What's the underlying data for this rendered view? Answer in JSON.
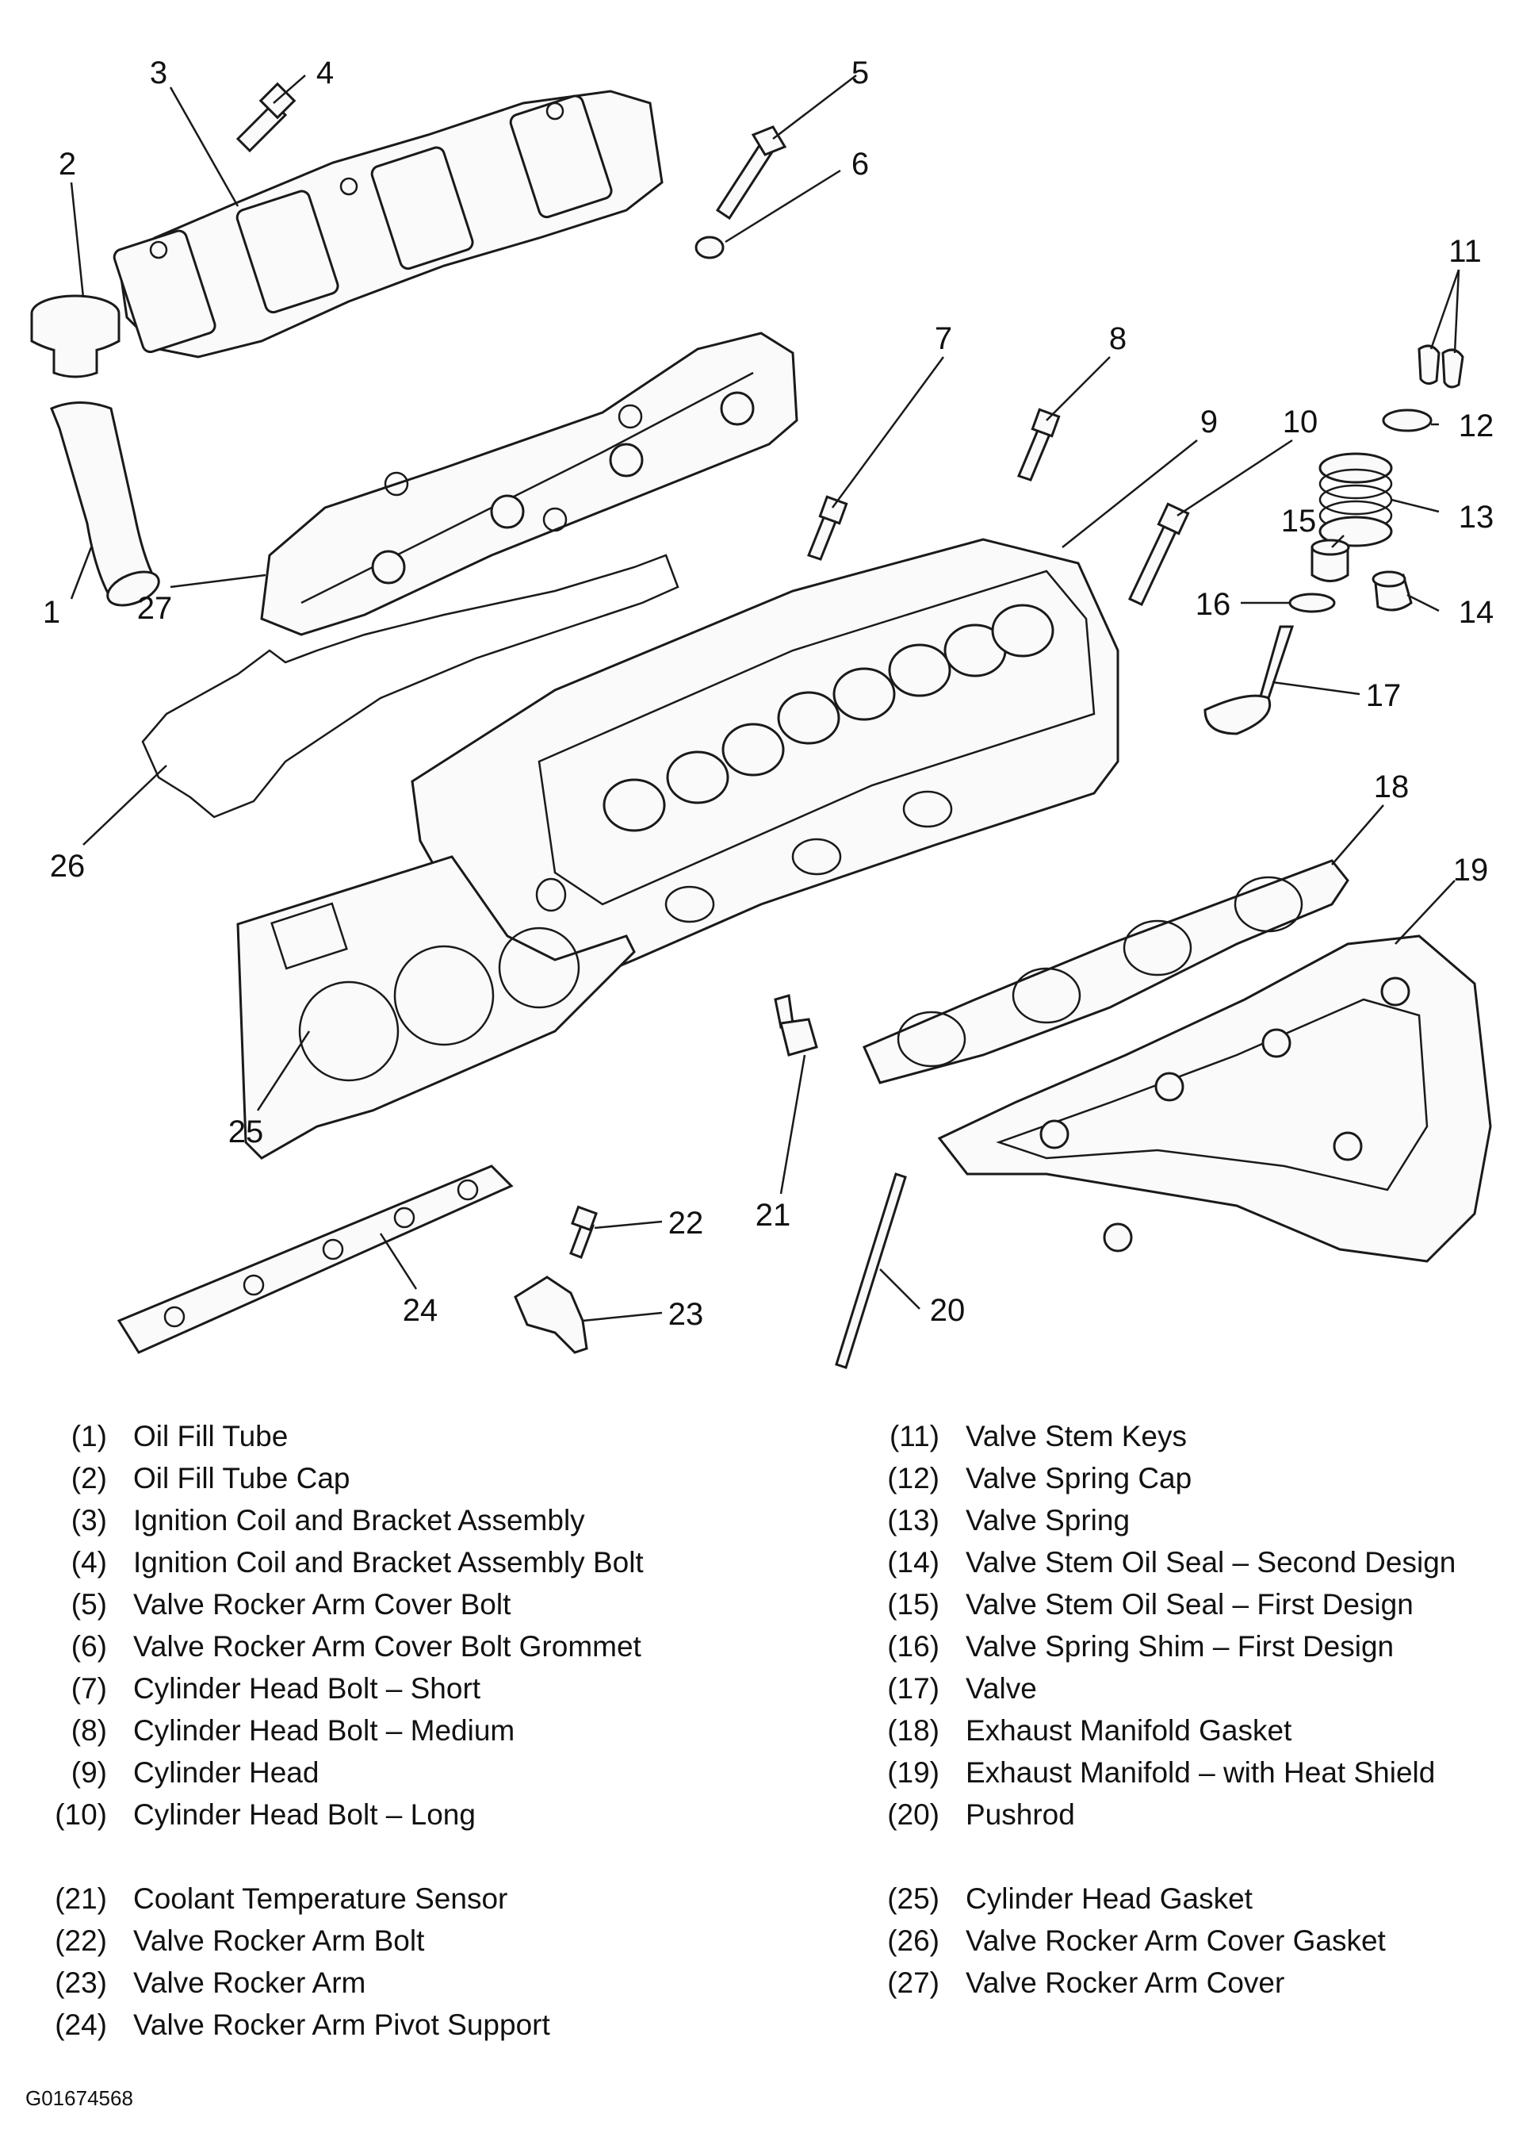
{
  "callouts": [
    "1",
    "2",
    "3",
    "4",
    "5",
    "6",
    "7",
    "8",
    "9",
    "10",
    "11",
    "12",
    "13",
    "14",
    "15",
    "16",
    "17",
    "18",
    "19",
    "20",
    "21",
    "22",
    "23",
    "24",
    "25",
    "26",
    "27"
  ],
  "legend": {
    "left_group_1": [
      {
        "num": "(1)",
        "label": "Oil Fill Tube"
      },
      {
        "num": "(2)",
        "label": "Oil Fill Tube Cap"
      },
      {
        "num": "(3)",
        "label": "Ignition Coil and Bracket Assembly"
      },
      {
        "num": "(4)",
        "label": "Ignition Coil and Bracket Assembly Bolt"
      },
      {
        "num": "(5)",
        "label": "Valve Rocker Arm Cover Bolt"
      },
      {
        "num": "(6)",
        "label": "Valve Rocker Arm Cover Bolt Grommet"
      },
      {
        "num": "(7)",
        "label": "Cylinder Head Bolt – Short"
      },
      {
        "num": "(8)",
        "label": "Cylinder Head Bolt – Medium"
      },
      {
        "num": "(9)",
        "label": "Cylinder Head"
      },
      {
        "num": "(10)",
        "label": "Cylinder Head Bolt – Long"
      }
    ],
    "left_group_2": [
      {
        "num": "(21)",
        "label": "Coolant Temperature Sensor"
      },
      {
        "num": "(22)",
        "label": "Valve Rocker Arm Bolt"
      },
      {
        "num": "(23)",
        "label": "Valve Rocker Arm"
      },
      {
        "num": "(24)",
        "label": "Valve Rocker Arm Pivot Support"
      }
    ],
    "right_group_1": [
      {
        "num": "(11)",
        "label": "Valve Stem Keys"
      },
      {
        "num": "(12)",
        "label": "Valve Spring Cap"
      },
      {
        "num": "(13)",
        "label": "Valve Spring"
      },
      {
        "num": "(14)",
        "label": "Valve Stem Oil Seal – Second Design"
      },
      {
        "num": "(15)",
        "label": "Valve Stem Oil Seal – First Design"
      },
      {
        "num": "(16)",
        "label": "Valve Spring Shim – First Design"
      },
      {
        "num": "(17)",
        "label": "Valve"
      },
      {
        "num": "(18)",
        "label": "Exhaust Manifold Gasket"
      },
      {
        "num": "(19)",
        "label": "Exhaust Manifold – with Heat Shield"
      },
      {
        "num": "(20)",
        "label": "Pushrod"
      }
    ],
    "right_group_2": [
      {
        "num": "(25)",
        "label": "Cylinder Head Gasket"
      },
      {
        "num": "(26)",
        "label": "Valve Rocker Arm Cover Gasket"
      },
      {
        "num": "(27)",
        "label": "Valve Rocker Arm Cover"
      }
    ]
  },
  "figure_id": "G01674568"
}
